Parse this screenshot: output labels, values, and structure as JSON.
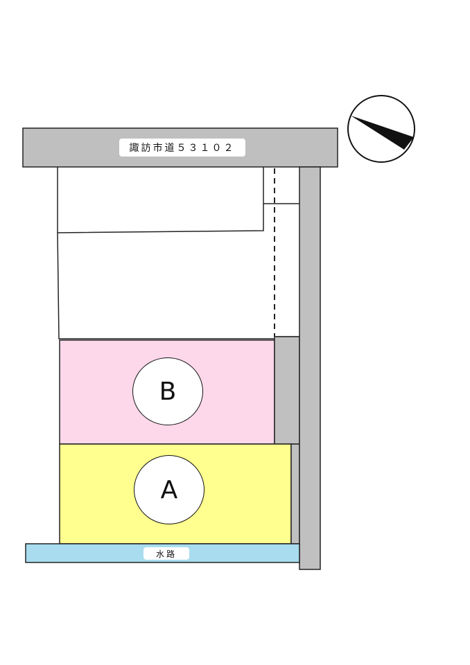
{
  "road": {
    "label": "諏訪市道５３１０２",
    "fill": "#bfbfbf"
  },
  "waterway": {
    "label": "水路",
    "fill": "#a8dcee"
  },
  "lots": [
    {
      "label": "B",
      "fill": "#fdd8ea"
    },
    {
      "label": "A",
      "fill": "#ffff8f"
    }
  ],
  "side_strip_fill": "#c0c0c0",
  "north_arrow": {
    "icon": "north-arrow-icon"
  }
}
